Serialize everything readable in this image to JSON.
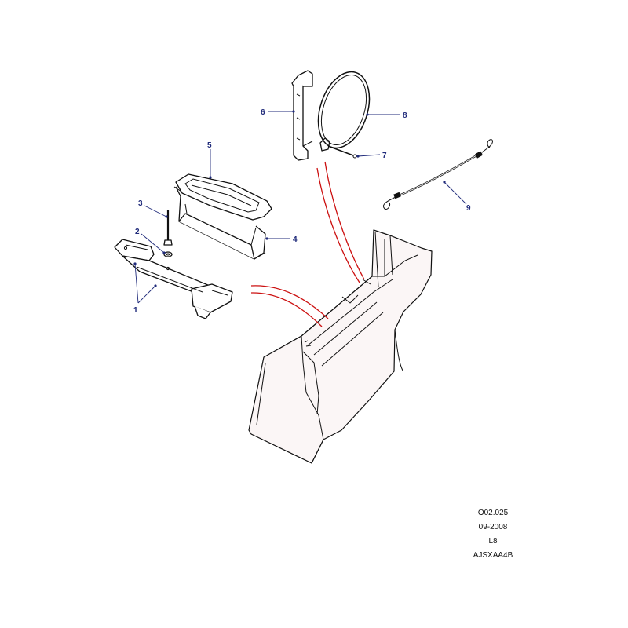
{
  "colors": {
    "callout": "#1f2a7a",
    "leader": "#1f2a7a",
    "highlight": "#cc1111",
    "panel_shade": "#f3eaea"
  },
  "callouts": [
    "1",
    "2",
    "3",
    "4",
    "5",
    "6",
    "7",
    "8",
    "9"
  ],
  "reference": {
    "code": "O02.025",
    "date": "09-2008",
    "level": "L8",
    "id": "AJSXAA4B"
  }
}
